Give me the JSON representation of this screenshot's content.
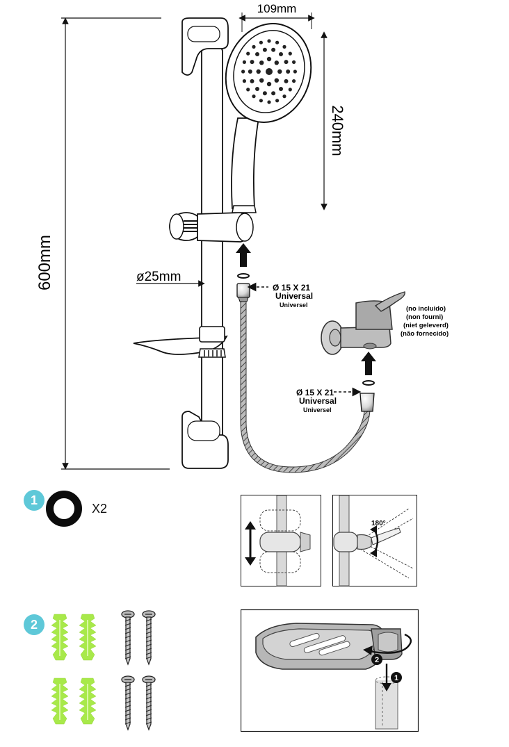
{
  "dimensions": {
    "height": "600mm",
    "bar_diameter": "ø25mm",
    "head_width": "109mm",
    "head_length": "240mm"
  },
  "connections": {
    "top": {
      "thread": "Ø 15 X 21",
      "universal": "Universal",
      "universel": "Universel"
    },
    "bottom": {
      "thread": "Ø 15 X 21",
      "universal": "Universal",
      "universel": "Universel"
    }
  },
  "mixer_note": {
    "es": "(no incluido)",
    "fr": "(non fourni)",
    "nl": "(niet geleverd)",
    "pt": "(não fornecido)"
  },
  "steps": {
    "one": {
      "number": "1",
      "quantity": "X2"
    },
    "two": {
      "number": "2"
    }
  },
  "detail_rotation": {
    "angle": "180°"
  },
  "soap_dish_steps": {
    "first": "1",
    "second": "2"
  },
  "colors": {
    "accent": "#5ec8d8",
    "plug": "#a8e94a",
    "line": "#1a1a1a"
  }
}
